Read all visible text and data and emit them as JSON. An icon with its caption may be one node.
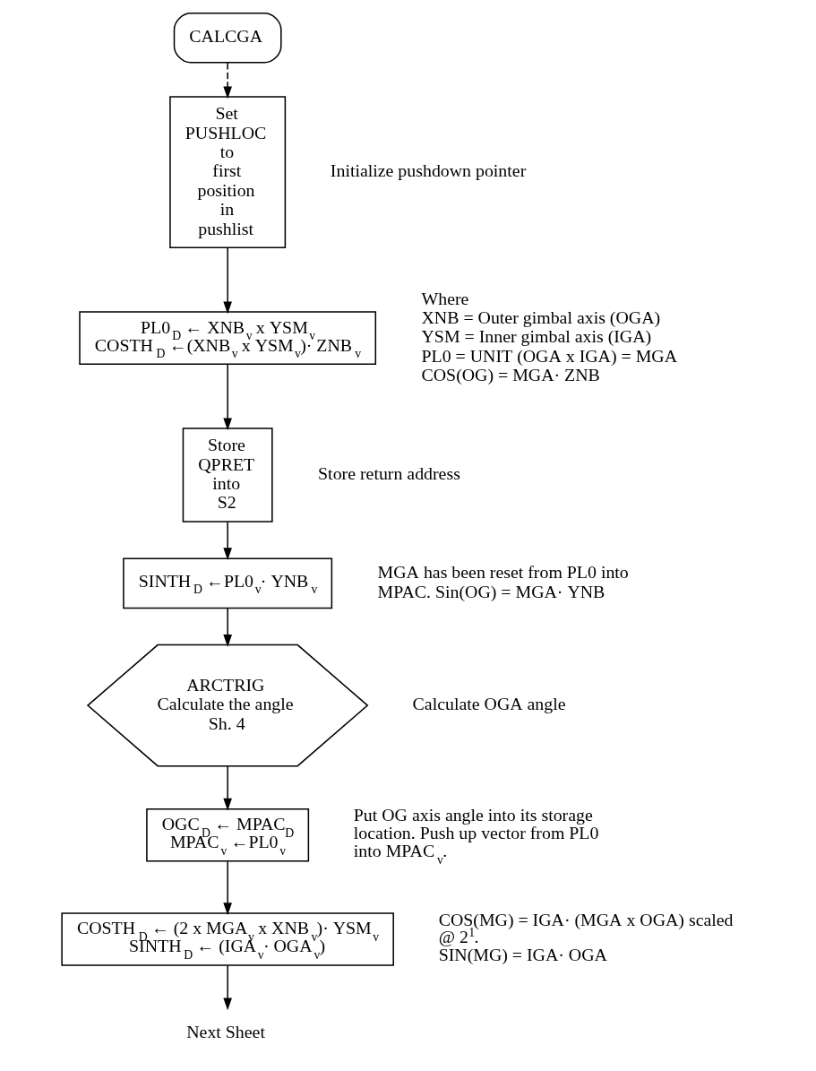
{
  "diagram": {
    "nodes": [
      {
        "text": [
          "CALCGA"
        ]
      },
      {
        "text": [
          "Set PUSHLOC to first position in pushlist"
        ],
        "beside": [
          "Initialize pushdown pointer"
        ]
      },
      {
        "text": [
          "PL0$_{D}$ ← XNB$_{v}$ x YSM$_{v}$",
          "COSTH$_{D}$ ←(XNB$_{v}$ x YSM$_{v}$)· ZNB$_{v}$"
        ],
        "beside": [
          "Where",
          "XNB = Outer gimbal axis (OGA)",
          "YSM = Inner gimbal axis (IGA)",
          "PL0 = UNIT (OGA x IGA) = MGA",
          "COS(OG) = MGA· ZNB"
        ]
      },
      {
        "text": [
          "Store QPRET into S2"
        ],
        "beside": [
          "Store return address"
        ]
      },
      {
        "text": [
          "SINTH$_{D}$ ←PL0$_{v}$· YNB$_{v}$"
        ],
        "beside": [
          "MGA has been reset from PL0 into MPAC. Sin(OG) = MGA· YNB"
        ]
      },
      {
        "text": [
          "ARCTRIG",
          "Calculate the angle",
          "Sh. 4"
        ],
        "beside": [
          "Calculate OGA angle"
        ]
      },
      {
        "text": [
          "OGC$_{D}$ ← MPAC$_{D}$",
          "MPAC$_{v}$ ←PL0$_{v}$"
        ],
        "beside": [
          "Put OG axis angle into its storage location. Push up vector from PL0 into MPAC$_{v}$."
        ]
      },
      {
        "text": [
          "COSTH$_{D}$ ← (2 x MGA$_{v}$ x XNB$_{v}$)· YSM$_{v}$",
          "SINTH$_{D}$ ← (IGA$_{v}$· OGA$_{v}$)"
        ],
        "beside": [
          "COS(MG) = IGA· (MGA x OGA) scaled @ 2$^{1}$.",
          "SIN(MG) = IGA· OGA"
        ]
      },
      {
        "text": [
          "Next Sheet"
        ]
      }
    ],
    "edges": [
      {
        "from": 0,
        "to": 1,
        "arrow": "to",
        "style": "dashed"
      },
      {
        "from": 1,
        "to": 2,
        "arrow": "to"
      },
      {
        "from": 2,
        "to": 3,
        "arrow": "to"
      },
      {
        "from": 3,
        "to": 4,
        "arrow": "to"
      },
      {
        "from": 4,
        "to": 5,
        "arrow": "to"
      },
      {
        "from": 5,
        "to": 6,
        "arrow": "to"
      },
      {
        "from": 6,
        "to": 7,
        "arrow": "to"
      },
      {
        "from": 7,
        "to": 8,
        "arrow": "to"
      }
    ]
  }
}
